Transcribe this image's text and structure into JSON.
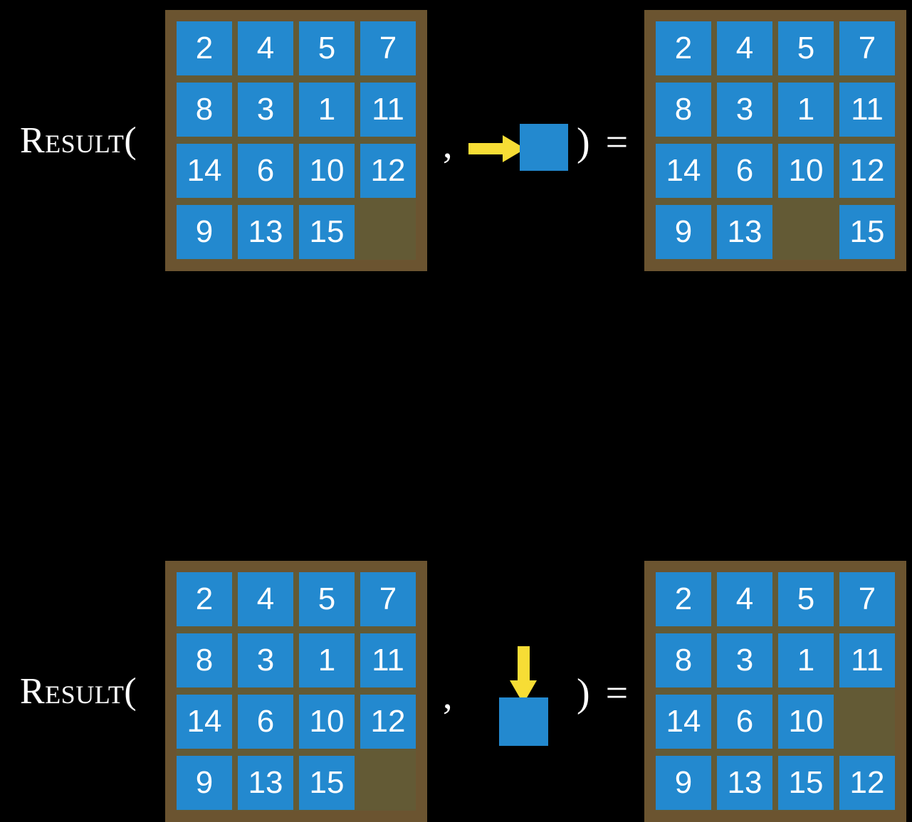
{
  "slide": {
    "background_color": "#000000",
    "tile_color": "#2389cf",
    "board_frame_color": "#6b5430",
    "board_inner_color": "#635a35",
    "arrow_color": "#f7dd35",
    "text_color": "#ffffff"
  },
  "equations": [
    {
      "id": "equation-move-right",
      "label": "Result(",
      "comma": ",",
      "closing": ") =",
      "action": {
        "direction": "right",
        "arrow_icon": "arrow-right-icon",
        "square_icon": "blue-square-icon"
      },
      "input_board": {
        "name": "input-board-row-1",
        "rows": [
          [
            "2",
            "4",
            "5",
            "7"
          ],
          [
            "8",
            "3",
            "1",
            "11"
          ],
          [
            "14",
            "6",
            "10",
            "12"
          ],
          [
            "9",
            "13",
            "15",
            ""
          ]
        ]
      },
      "output_board": {
        "name": "output-board-row-1",
        "rows": [
          [
            "2",
            "4",
            "5",
            "7"
          ],
          [
            "8",
            "3",
            "1",
            "11"
          ],
          [
            "14",
            "6",
            "10",
            "12"
          ],
          [
            "9",
            "13",
            "",
            "15"
          ]
        ]
      }
    },
    {
      "id": "equation-move-down",
      "label": "Result(",
      "comma": ",",
      "closing": ") =",
      "action": {
        "direction": "down",
        "arrow_icon": "arrow-down-icon",
        "square_icon": "blue-square-icon"
      },
      "input_board": {
        "name": "input-board-row-2",
        "rows": [
          [
            "2",
            "4",
            "5",
            "7"
          ],
          [
            "8",
            "3",
            "1",
            "11"
          ],
          [
            "14",
            "6",
            "10",
            "12"
          ],
          [
            "9",
            "13",
            "15",
            ""
          ]
        ]
      },
      "output_board": {
        "name": "output-board-row-2",
        "rows": [
          [
            "2",
            "4",
            "5",
            "7"
          ],
          [
            "8",
            "3",
            "1",
            "11"
          ],
          [
            "14",
            "6",
            "10",
            ""
          ],
          [
            "9",
            "13",
            "15",
            "12"
          ]
        ]
      }
    }
  ]
}
